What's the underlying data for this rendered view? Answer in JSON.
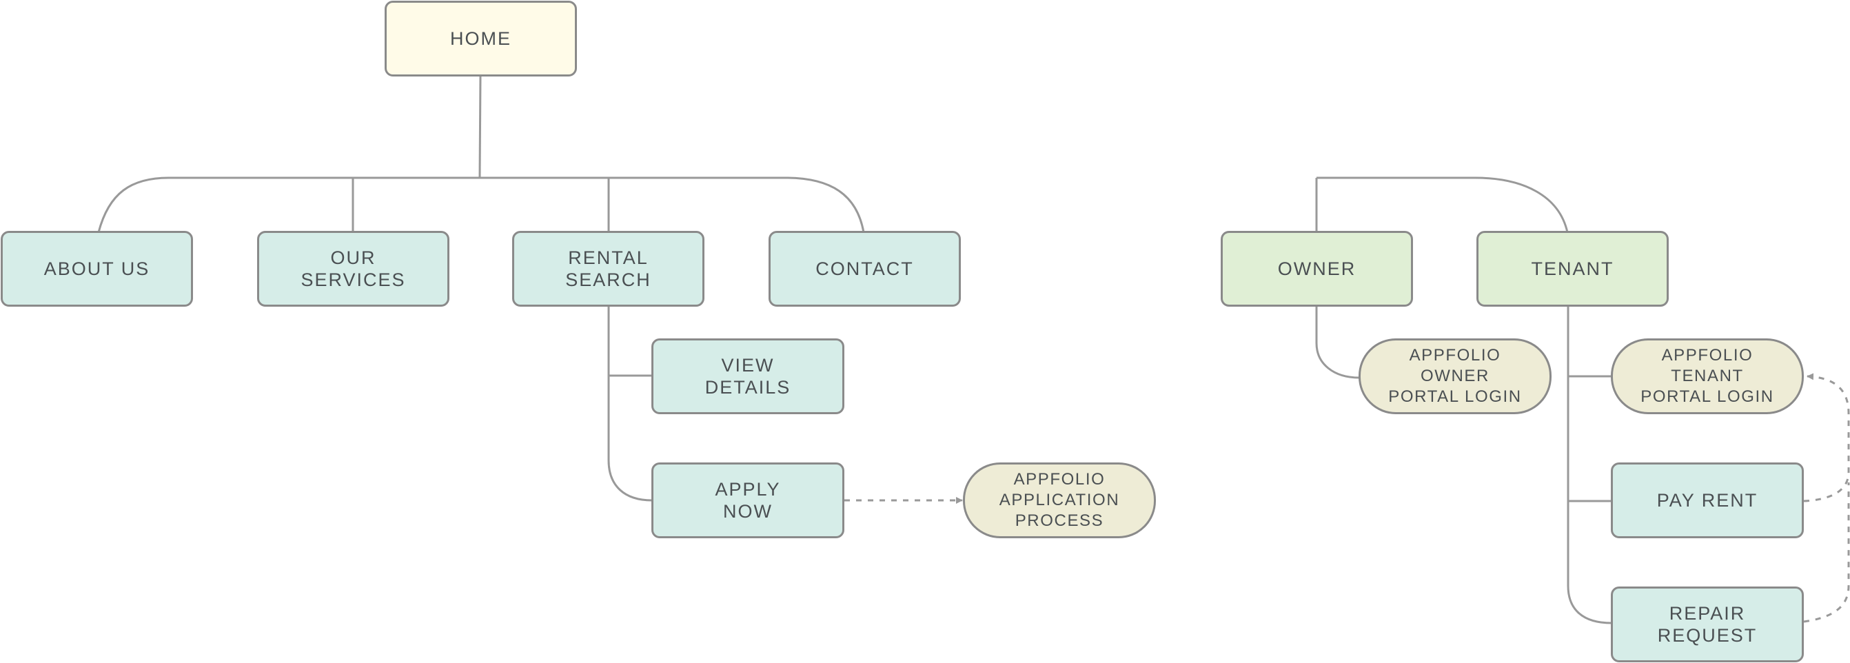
{
  "colors": {
    "home": "#fffbe8",
    "page": "#d6ede8",
    "portal_section": "#e0efd5",
    "external": "#eeecd6",
    "stroke": "#8a8a8a",
    "text": "#4a4f52"
  },
  "nodes": {
    "home": "HOME",
    "about_us": "ABOUT US",
    "our_services": "OUR\nSERVICES",
    "rental_search": "RENTAL\nSEARCH",
    "contact": "CONTACT",
    "owner": "OWNER",
    "tenant": "TENANT",
    "view_details": "VIEW\nDETAILS",
    "apply_now": "APPLY\nNOW",
    "appfolio_application": "APPFOLIO\nAPPLICATION\nPROCESS",
    "appfolio_owner_portal": "APPFOLIO\nOWNER\nPORTAL LOGIN",
    "appfolio_tenant_portal": "APPFOLIO\nTENANT\nPORTAL LOGIN",
    "pay_rent": "PAY RENT",
    "repair_request": "REPAIR\nREQUEST"
  }
}
